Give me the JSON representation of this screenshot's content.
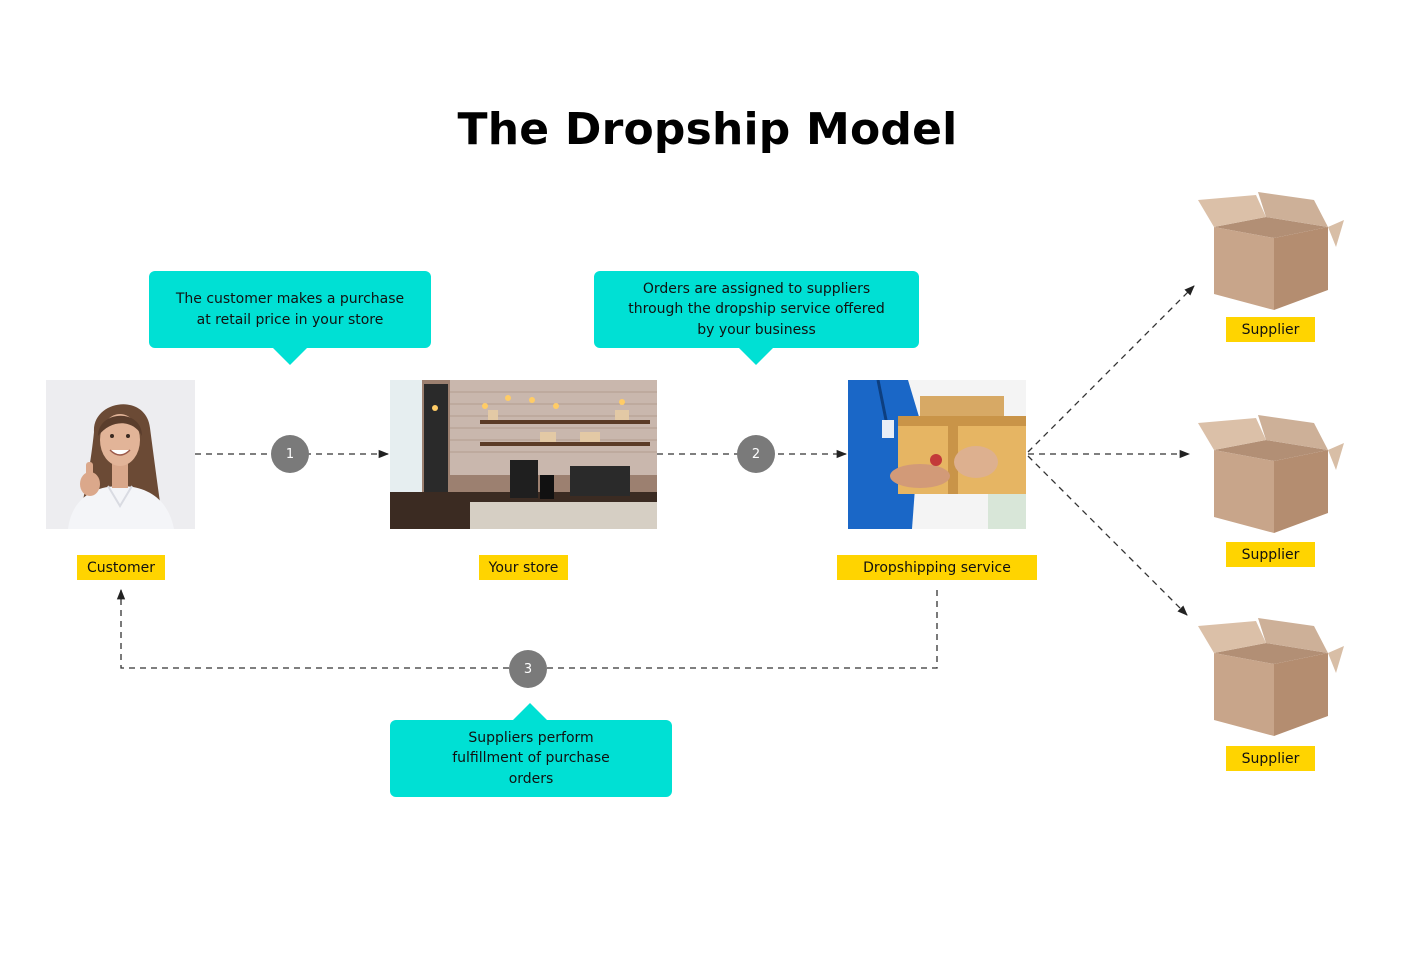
{
  "title": "The Dropship Model",
  "callouts": {
    "purchase": "The customer makes a purchase\nat retail price in your store",
    "assign": "Orders are assigned to suppliers\nthrough the dropship service offered\nby your business",
    "fulfill": "Suppliers perform\nfulfillment of purchase\norders"
  },
  "steps": [
    "1",
    "2",
    "3"
  ],
  "nodes": {
    "customer": "Customer",
    "store": "Your store",
    "service": "Dropshipping service",
    "suppliers": [
      "Supplier",
      "Supplier",
      "Supplier"
    ]
  },
  "images": {
    "customer": "customer-photo",
    "store": "coffee-shop-photo",
    "service": "package-handoff-photo",
    "supplier": "open-cardboard-box-icon"
  },
  "colors": {
    "callout": "#00e0d4",
    "label": "#ffd400",
    "step_badge": "#7a7a7a",
    "connector": "#333333"
  }
}
